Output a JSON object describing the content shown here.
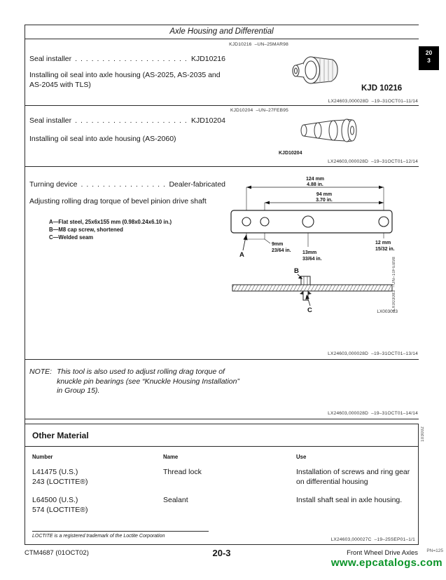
{
  "colors": {
    "ink": "#161616",
    "rule": "#2b2b2b",
    "tab_background": "#000000",
    "watermark_green": "#0a9428"
  },
  "header": {
    "title": "Axle Housing and Differential",
    "page_tab": [
      "20",
      "3"
    ]
  },
  "seal_installer_1": {
    "photo_ref": "KJD10216  –UN–25MAR98",
    "spec_label": "Seal installer",
    "spec_dots": ". . . . . . . . . . . . . . . . . . . . . .",
    "spec_value": "KJD10216",
    "description": "Installing oil seal into axle housing (AS-2025, AS-2035 and AS-2045 with TLS)",
    "caption": "KJD 10216",
    "ref": "LX24603,000028D  –19–31OCT01–11/14"
  },
  "seal_installer_2": {
    "photo_ref": "KJD10204  –UN–27FEB95",
    "spec_label": "Seal installer",
    "spec_dots": ". . . . . . . . . . . . . . . . . . . . . .",
    "spec_value": "KJD10204",
    "description": "Installing oil seal into axle housing (AS-2060)",
    "caption": "KJD10204",
    "ref": "LX24603,000028D  –19–31OCT01–12/14"
  },
  "turning_device": {
    "spec_label": "Turning device",
    "spec_dots": ". . . . . . . . . . . . . . . .",
    "spec_value": "Dealer-fabricated",
    "description": "Adjusting rolling drag torque of bevel pinion drive shaft",
    "legend": {
      "a": "A—Flat steel, 25x6x155 mm (0.98x0.24x6.10 in.)",
      "b": "B—M8 cap screw, shortened",
      "c": "C—Welded seam"
    },
    "dims": {
      "d124_mm": "124 mm",
      "d124_in": "4.88 in.",
      "d94_mm": "94 mm",
      "d94_in": "3.70 in.",
      "d9_mm": "9mm",
      "d9_in": "23/64 in.",
      "d13_mm": "13mm",
      "d13_in": "33/64 in.",
      "d12_mm": "12 mm",
      "d12_in": "15/32 in."
    },
    "labels": {
      "a": "A",
      "b": "B",
      "c": "C"
    },
    "drawing_id": "LX003083",
    "side_ref": "LX003083  –UN–10FEB98",
    "ref": "LX24603,000028D  –19–31OCT01–13/14"
  },
  "note_section": {
    "prefix": "NOTE:",
    "body": "This tool is also used to adjust rolling drag torque of knuckle pin bearings (see “Knuckle Housing Installation” in Group 15).",
    "ref": "LX24603,000028D  –19–31OCT01–14/14"
  },
  "other_material": {
    "title": "Other Material",
    "columns": [
      "Number",
      "Name",
      "Use"
    ],
    "rows": [
      {
        "number1": "L41475 (U.S.)",
        "number2": "243 (LOCTITE®)",
        "name": "Thread lock",
        "use": "Installation of screws and ring gear on differential housing"
      },
      {
        "number1": "L64500 (U.S.)",
        "number2": "574 (LOCTITE®)",
        "name": "Sealant",
        "use": "Install shaft seal in axle housing."
      }
    ],
    "footnote": "LOCTITE is a registered trademark of the Loctite Corporation",
    "ref": "LX24603,000027C  –19–25SEP01–1/1",
    "side_code": "103002"
  },
  "footer": {
    "left": "CTM4687 (01OCT02)",
    "page": "20-3",
    "right": "Front Wheel Drive Axles",
    "pn": "PN=125",
    "watermark": "www.epcatalogs.com"
  }
}
